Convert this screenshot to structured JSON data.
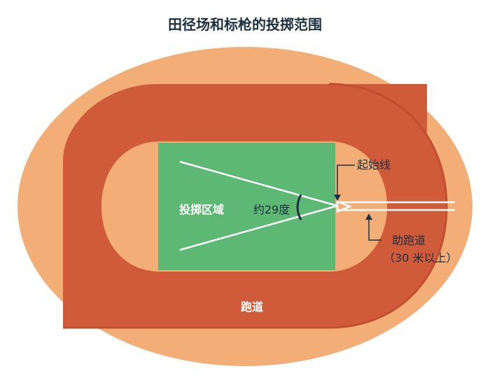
{
  "title": "田径场和标枪的投掷范围",
  "labels": {
    "throw_zone": "投掷区域",
    "angle": "约29度",
    "start_line": "起始线",
    "runway": "助跑道",
    "runway_note": "（30 米以上）",
    "track": "跑道"
  },
  "colors": {
    "outer_ground": "#F2AE76",
    "track": "#D05B3B",
    "track_edge": "#C14E31",
    "infield": "#F2AE76",
    "throw_area": "#5DB873",
    "lines": "#FFFFFF",
    "text_dark": "#1D3042",
    "text_light": "#FFFFFF",
    "angle_arc": "#1D3042"
  }
}
